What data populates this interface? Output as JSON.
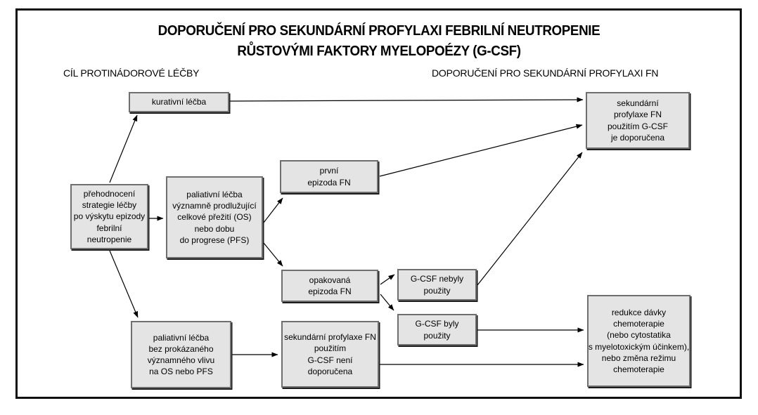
{
  "title": {
    "line1": "DOPORUČENÍ PRO SEKUNDÁRNÍ PROFYLAXI FEBRILNÍ NEUTROPENIE",
    "line2": "RŮSTOVÝMI FAKTORY MYELOPOÉZY (G-CSF)"
  },
  "column_headers": {
    "left": "CÍL PROTINÁDOROVÉ LÉČBY",
    "right": "DOPORUČENÍ PRO SEKUNDÁRNÍ PROFYLAXI FN"
  },
  "nodes": {
    "kurativni_lecba": {
      "text": "kurativní léčba"
    },
    "prehodnoceni": {
      "text": "přehodnocení\nstrategie léčby\npo výskytu epizody\nfebrilní\nneutropenie"
    },
    "paliativni_prodluzujici": {
      "text": "paliativní léčba\nvýznamně prodlužující\ncelkové přežití (OS)\nnebo dobu\ndo progrese (PFS)"
    },
    "prvni_epizoda": {
      "text": "první\nepizoda FN"
    },
    "opakovana_epizoda": {
      "text": "opakovaná\nepizoda FN"
    },
    "gcsf_nebyly": {
      "text": "G-CSF nebyly\npoužity"
    },
    "gcsf_byly": {
      "text": "G-CSF byly\npoužity"
    },
    "paliativni_bez_vlivu": {
      "text": "paliativní léčba\nbez prokázaného\nvýznamného vlivu\nna OS nebo PFS"
    },
    "profylaxe_nedoporucena": {
      "text": "sekundární profylaxe FN\npoužitím\nG-CSF není\ndoporučena"
    },
    "profylaxe_doporucena": {
      "text": "sekundární\nprofylaxe FN\npoužitím G-CSF\nje doporučena"
    },
    "redukce_davky": {
      "text": "redukce dávky\nchemoterapie\n(nebo cytostatika\ns myelotoxickým účinkem),\nnebo změna režimu\nchemoterapie"
    }
  },
  "edges": [
    {
      "from": "prehodnoceni",
      "to": "kurativni_lecba"
    },
    {
      "from": "prehodnoceni",
      "to": "paliativni_prodluzujici"
    },
    {
      "from": "prehodnoceni",
      "to": "paliativni_bez_vlivu"
    },
    {
      "from": "kurativni_lecba",
      "to": "profylaxe_doporucena"
    },
    {
      "from": "paliativni_prodluzujici",
      "to": "prvni_epizoda"
    },
    {
      "from": "paliativni_prodluzujici",
      "to": "opakovana_epizoda"
    },
    {
      "from": "prvni_epizoda",
      "to": "profylaxe_doporucena"
    },
    {
      "from": "opakovana_epizoda",
      "to": "gcsf_nebyly"
    },
    {
      "from": "opakovana_epizoda",
      "to": "gcsf_byly"
    },
    {
      "from": "gcsf_nebyly",
      "to": "profylaxe_doporucena"
    },
    {
      "from": "gcsf_byly",
      "to": "redukce_davky"
    },
    {
      "from": "paliativni_bez_vlivu",
      "to": "profylaxe_nedoporucena"
    },
    {
      "from": "profylaxe_nedoporucena",
      "to": "redukce_davky"
    }
  ],
  "colors": {
    "node_fill": "#e4e4e4",
    "node_border": "#6f6f6f",
    "arrow": "#000000",
    "frame_border": "#111111",
    "background": "#ffffff"
  }
}
